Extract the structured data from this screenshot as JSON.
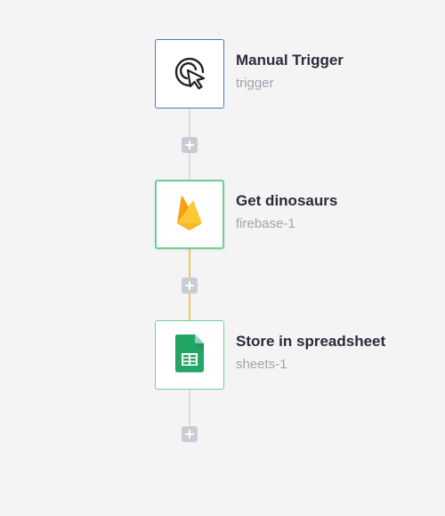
{
  "workflow": {
    "nodes": [
      {
        "title": "Manual Trigger",
        "subtitle": "trigger",
        "icon": "cursor-click-icon"
      },
      {
        "title": "Get dinosaurs",
        "subtitle": "firebase-1",
        "icon": "firebase-icon"
      },
      {
        "title": "Store in spreadsheet",
        "subtitle": "sheets-1",
        "icon": "google-sheets-icon"
      }
    ],
    "add_step_icon": "plus-icon"
  },
  "colors": {
    "trigger_border": "#4a78c9",
    "action_border": "#6fce96",
    "active_connector": "#f5c15a",
    "idle_connector": "#dcdcdc",
    "add_button": "#c9ccd5"
  }
}
